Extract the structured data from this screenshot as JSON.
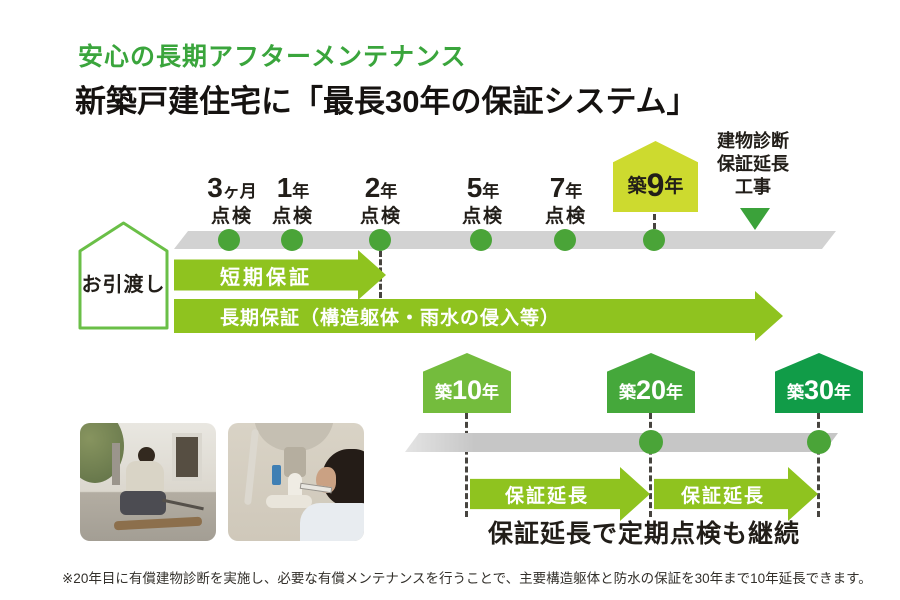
{
  "header": {
    "subtitle": "安心の長期アフターメンテナンス",
    "title": "新築戸建住宅に「最長30年の保証システム」"
  },
  "colors": {
    "subtitle_green": "#3aa53c",
    "arrow_green": "#8fc31f",
    "dot_green": "#4aa438",
    "bar_gray": "#d2d2d2",
    "bar2_gray": "#c6c6c6",
    "badge9_yellow": "#cdda2f",
    "house10_green": "#74bc3d",
    "house20_green": "#45a83b",
    "house30_green": "#119c48",
    "outline_green": "#6abf47",
    "triangle_green": "#3ba23a"
  },
  "timeline1": {
    "handover_label": "お引渡し",
    "checkpoints": [
      {
        "num": "3",
        "unit": "ヶ月",
        "line2": "点検"
      },
      {
        "num": "1",
        "unit": "年",
        "line2": "点検"
      },
      {
        "num": "2",
        "unit": "年",
        "line2": "点検"
      },
      {
        "num": "5",
        "unit": "年",
        "line2": "点検"
      },
      {
        "num": "7",
        "unit": "年",
        "line2": "点検"
      }
    ],
    "badge_year9": {
      "prefix": "築",
      "num": "9",
      "suffix": "年"
    },
    "diagnosis_lines": [
      "建物診断",
      "保証延長",
      "工事"
    ],
    "short_warranty_label": "短期保証",
    "long_warranty_label": "長期保証（構造躯体・雨水の侵入等）"
  },
  "timeline2": {
    "houses": [
      {
        "prefix": "築",
        "num": "10",
        "suffix": "年"
      },
      {
        "prefix": "築",
        "num": "20",
        "suffix": "年"
      },
      {
        "prefix": "築",
        "num": "30",
        "suffix": "年"
      }
    ],
    "extension_arrows": [
      {
        "label": "保証延長"
      },
      {
        "label": "保証延長"
      }
    ],
    "caption": "保証延長で定期点検も継続"
  },
  "photos": {
    "left": "exterior-foundation-inspection",
    "right": "under-sink-plumbing-inspection"
  },
  "footnote": "※20年目に有償建物診断を実施し、必要な有償メンテナンスを行うことで、主要構造躯体と防水の保証を30年まで10年延長できます。"
}
